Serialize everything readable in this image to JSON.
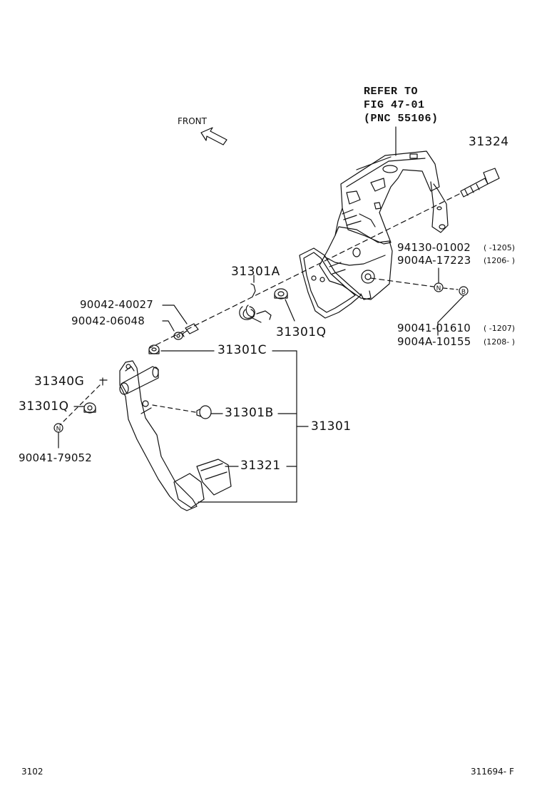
{
  "figure": {
    "refer_note": {
      "line1": "REFER TO",
      "line2": "FIG 47-01",
      "line3": "(PNC 55106)"
    },
    "front_label": "FRONT",
    "parts": {
      "p31324": "31324",
      "p94130": "94130-01002",
      "p94130_range": "(      -1205)",
      "p9004A_17223": "9004A-17223",
      "p9004A_17223_range": "(1206-      )",
      "p31301A": "31301A",
      "p90042_40027": "90042-40027",
      "p90042_06048": "90042-06048",
      "p31301Q_top": "31301Q",
      "p90041_01610": "90041-01610",
      "p90041_01610_range": "(      -1207)",
      "p9004A_10155": "9004A-10155",
      "p9004A_10155_range": "(1208-      )",
      "p31301C": "31301C",
      "p31340G": "31340G",
      "p31301Q_left": "31301Q",
      "p31301B": "31301B",
      "p31301": "31301",
      "p90041_79052": "90041-79052",
      "p31321": "31321"
    },
    "callout_symbols": {
      "n_top": "N",
      "b_top": "B",
      "n_left": "N"
    }
  },
  "footer": {
    "left_code": "3102",
    "right_code": "311694- F"
  }
}
